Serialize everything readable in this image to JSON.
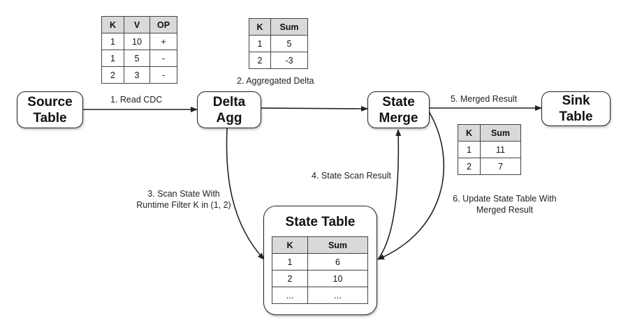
{
  "nodes": {
    "source": "Source\nTable",
    "delta": "Delta\nAgg",
    "merge": "State\nMerge",
    "sink": "Sink\nTable",
    "state_table": "State Table"
  },
  "edges": {
    "read_cdc": "1. Read CDC",
    "aggregated_delta": "2. Aggregated Delta",
    "scan_state": "3. Scan State With\nRuntime Filter K in (1, 2)",
    "state_scan_result": "4. State Scan Result",
    "merged_result": "5. Merged Result",
    "update_state": "6. Update State Table With\nMerged Result"
  },
  "tables": {
    "cdc": {
      "headers": [
        "K",
        "V",
        "OP"
      ],
      "rows": [
        [
          "1",
          "10",
          "+"
        ],
        [
          "1",
          "5",
          "-"
        ],
        [
          "2",
          "3",
          "-"
        ]
      ]
    },
    "delta": {
      "headers": [
        "K",
        "Sum"
      ],
      "rows": [
        [
          "1",
          "5"
        ],
        [
          "2",
          "-3"
        ]
      ]
    },
    "merged": {
      "headers": [
        "K",
        "Sum"
      ],
      "rows": [
        [
          "1",
          "11"
        ],
        [
          "2",
          "7"
        ]
      ]
    },
    "state": {
      "headers": [
        "K",
        "Sum"
      ],
      "rows": [
        [
          "1",
          "6"
        ],
        [
          "2",
          "10"
        ],
        [
          "...",
          "..."
        ]
      ]
    }
  }
}
